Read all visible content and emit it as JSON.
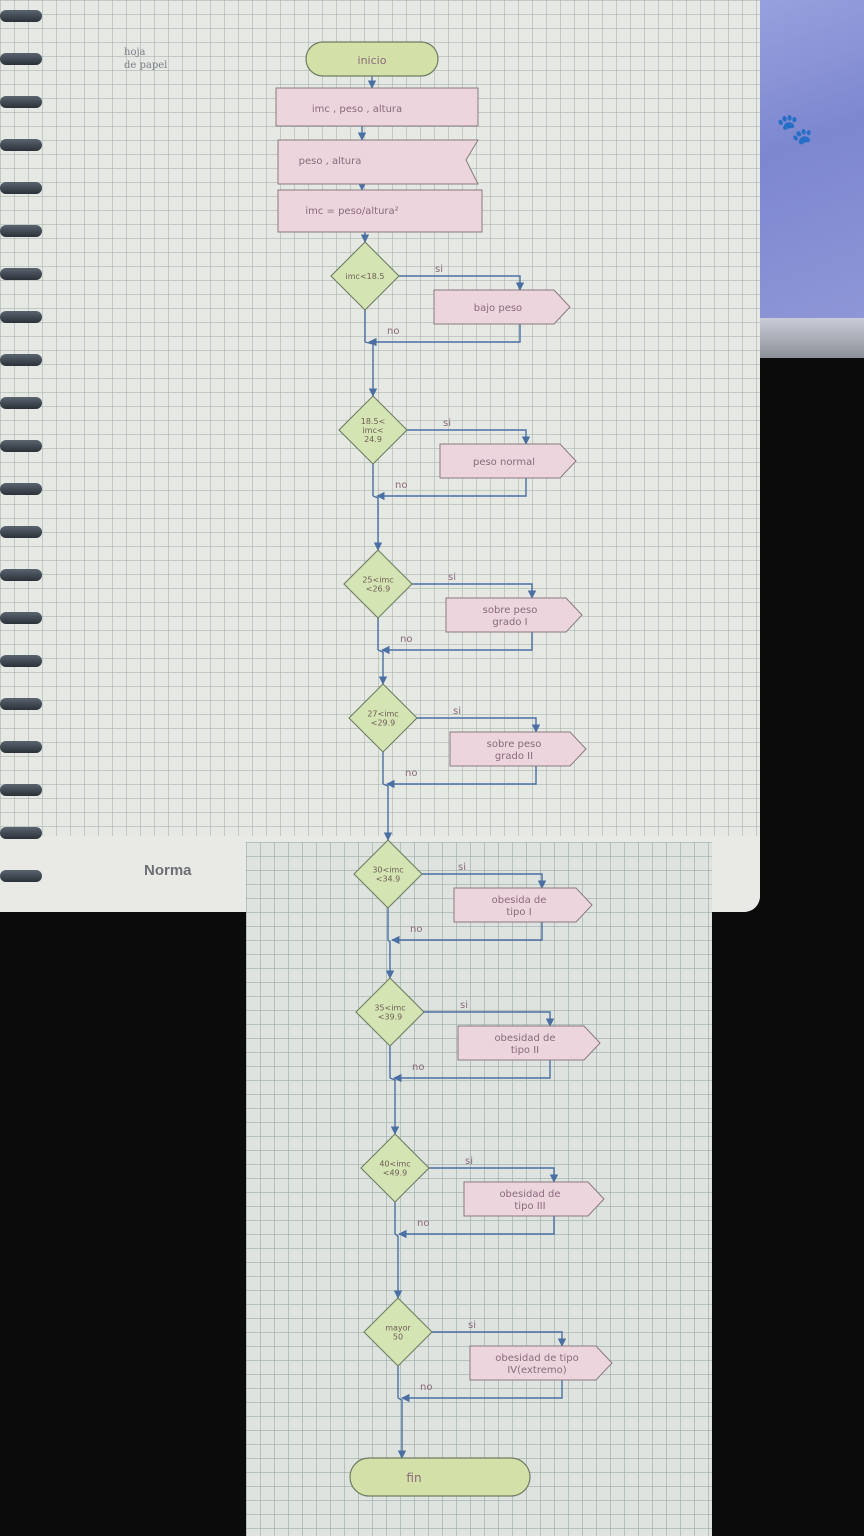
{
  "notebook": {
    "brand": "Norma",
    "corner_note": [
      "hoja",
      "de papel"
    ]
  },
  "flowchart": {
    "start": "inicio",
    "input": "imc , peso , altura",
    "read": "peso , altura",
    "process": "imc = peso/altura²",
    "yes_label": "si",
    "no_label": "no",
    "decisions": [
      {
        "cond": [
          "imc<18.5"
        ],
        "output": [
          "bajo peso"
        ]
      },
      {
        "cond": [
          "18.5<",
          "imc<",
          "24.9"
        ],
        "output": [
          "peso normal"
        ]
      },
      {
        "cond": [
          "25<imc",
          "<26.9"
        ],
        "output": [
          "sobre peso",
          "grado I"
        ]
      },
      {
        "cond": [
          "27<imc",
          "<29.9"
        ],
        "output": [
          "sobre peso",
          "grado II"
        ]
      },
      {
        "cond": [
          "30<imc",
          "<34.9"
        ],
        "output": [
          "obesida de",
          "tipo I"
        ]
      },
      {
        "cond": [
          "35<imc",
          "<39.9"
        ],
        "output": [
          "obesidad de",
          "tipo II"
        ]
      },
      {
        "cond": [
          "40<imc",
          "<49.9"
        ],
        "output": [
          "obesidad de",
          "tipo III"
        ]
      },
      {
        "cond": [
          "mayor",
          "50"
        ],
        "output": [
          "obesidad de tipo",
          "IV(extremo)"
        ]
      }
    ],
    "end": "fin"
  },
  "colors": {
    "terminal_fill": "#d3e0a8",
    "box_fill": "#ecd5dd",
    "diamond_fill": "#d4e4b3",
    "line": "#4a6fa3",
    "text": "#8a6a7c"
  }
}
